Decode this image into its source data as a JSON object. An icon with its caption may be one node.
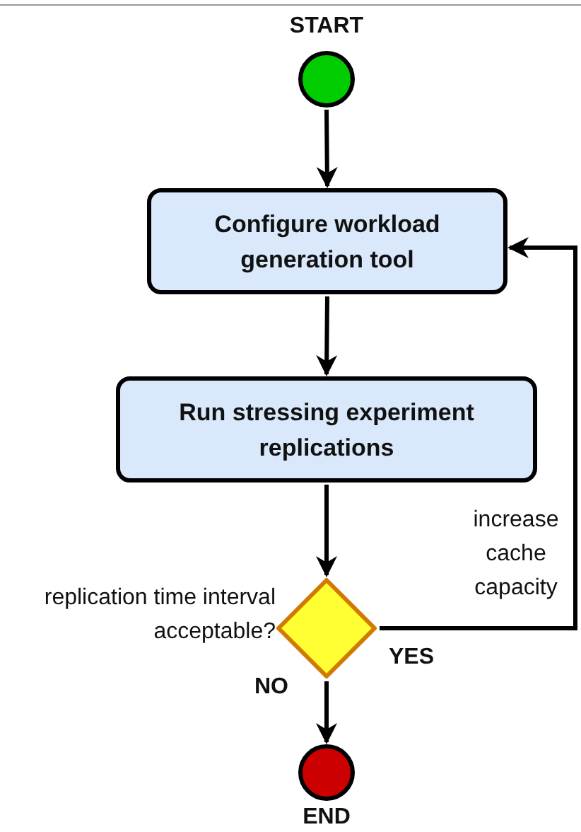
{
  "diagram": {
    "nodes": [
      {
        "text": [
          "START"
        ]
      },
      {
        "text": [
          "Configure workload generation tool"
        ]
      },
      {
        "text": [
          "Run stressing experiment replications"
        ]
      },
      {
        "text": [
          "replication time interval acceptable?"
        ]
      },
      {
        "text": [
          "END"
        ]
      }
    ],
    "edges": [
      {
        "from": 0,
        "to": 1,
        "arrow": "to"
      },
      {
        "from": 1,
        "to": 2,
        "arrow": "to"
      },
      {
        "from": 2,
        "to": 3,
        "arrow": "to"
      },
      {
        "from": 3,
        "to": 4,
        "arrow": "to",
        "label": "NO"
      },
      {
        "from": 3,
        "to": 1,
        "arrow": "to",
        "label": "YES"
      }
    ],
    "labels": [
      "increase cache capacity"
    ]
  }
}
